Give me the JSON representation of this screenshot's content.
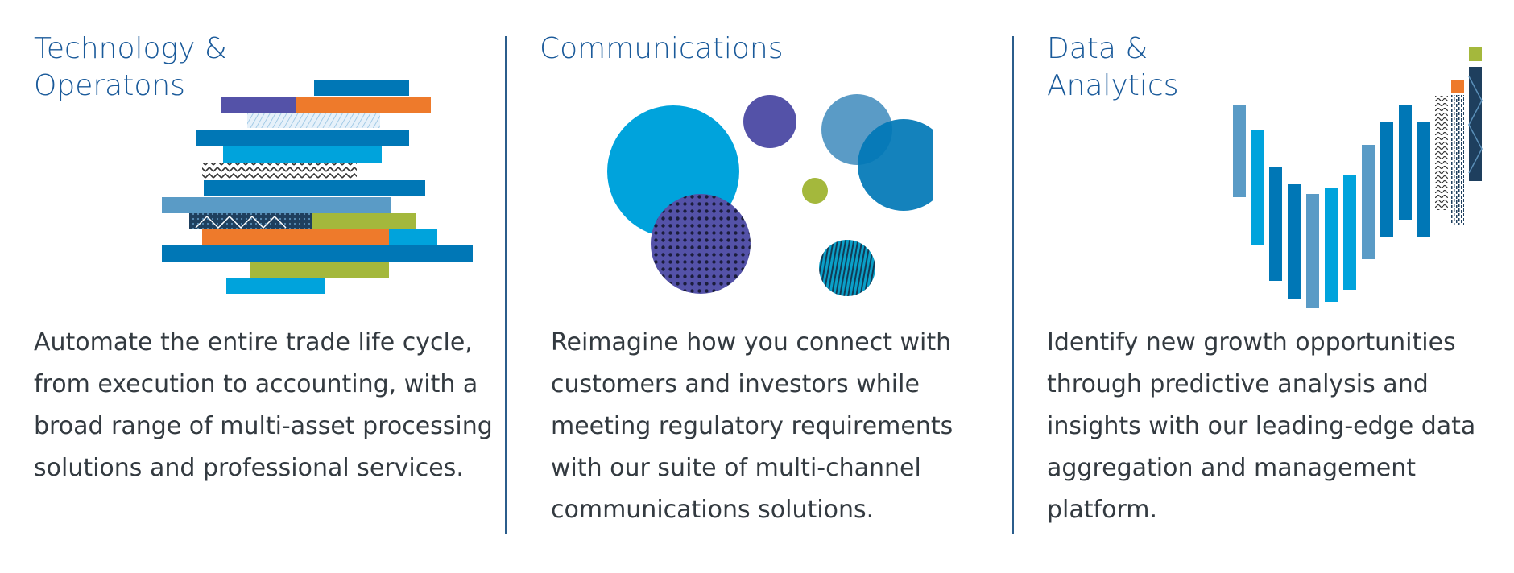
{
  "sections": [
    {
      "title_line1": "Technology &",
      "title_line2": "Operatons",
      "description": "Automate the entire trade life cycle, from execution to accounting, with a broad range of multi-asset processing solutions and professional services."
    },
    {
      "title_line1": "Communications",
      "description": "Reimagine how you connect with customers and investors while meeting regulatory requirements with our suite of multi-channel communications solutions."
    },
    {
      "title_line1": "Data &",
      "title_line2": "Analytics",
      "description": "Identify new growth opportunities through predictive analysis and insights with our leading-edge data aggregation and management platform."
    }
  ],
  "colors": {
    "title": "#1a5a9a",
    "text": "#333a40",
    "divider": "#2b5d8c",
    "blue": "#0077b6",
    "cyan": "#00a3dc",
    "steel": "#5a9bc6",
    "purple": "#5452a8",
    "orange": "#ee7a2b",
    "lime": "#a4b83c",
    "navy": "#1e3f5e"
  }
}
